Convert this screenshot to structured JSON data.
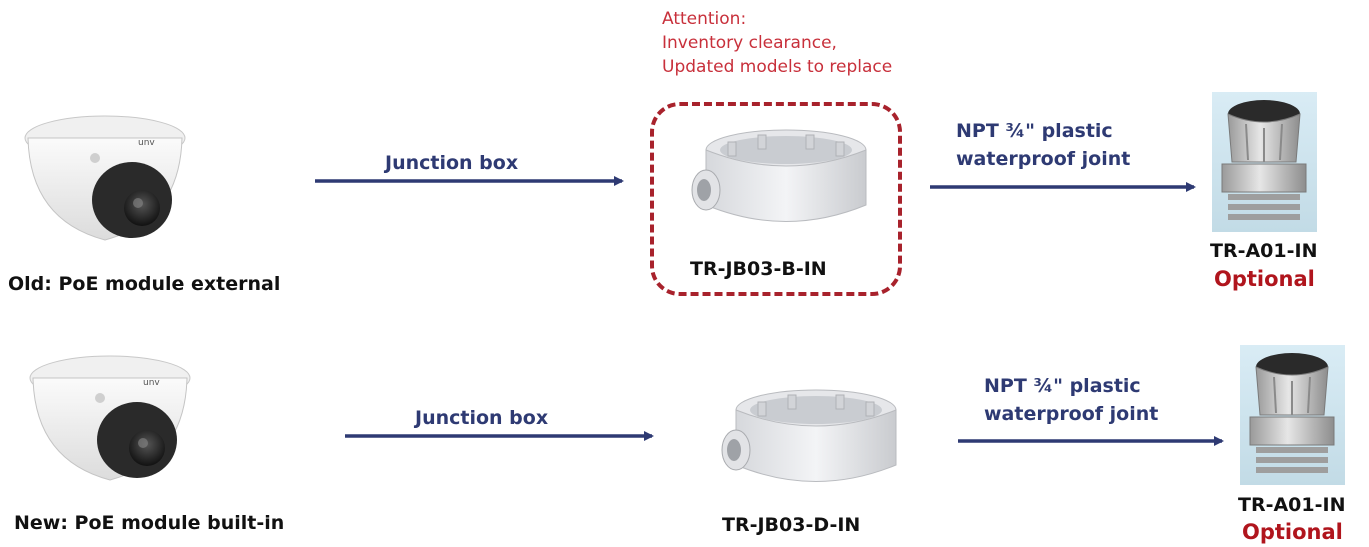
{
  "colors": {
    "arrow": "#2e3a73",
    "optional": "#b0151d",
    "attention": "#c8303b",
    "dashed_border": "#a8222c"
  },
  "rows": [
    {
      "camera": {
        "icon": "dome-camera-icon",
        "caption": "Old: PoE module external"
      },
      "edge_junction_label": "Junction box",
      "junction_box": {
        "icon": "junction-box-icon",
        "caption": "TR-JB03-B-IN"
      },
      "attention": [
        "Attention:",
        "Inventory clearance,",
        "Updated models to replace"
      ],
      "edge_joint_label": [
        "NPT ¾\" plastic",
        "waterproof joint"
      ],
      "joint": {
        "icon": "cable-gland-icon",
        "caption": "TR-A01-IN",
        "optional": "Optional"
      }
    },
    {
      "camera": {
        "icon": "dome-camera-icon",
        "caption": "New: PoE module built-in"
      },
      "edge_junction_label": "Junction box",
      "junction_box": {
        "icon": "junction-box-icon",
        "caption": "TR-JB03-D-IN"
      },
      "edge_joint_label": [
        "NPT ¾\" plastic",
        "waterproof joint"
      ],
      "joint": {
        "icon": "cable-gland-icon",
        "caption": "TR-A01-IN",
        "optional": "Optional"
      }
    }
  ]
}
